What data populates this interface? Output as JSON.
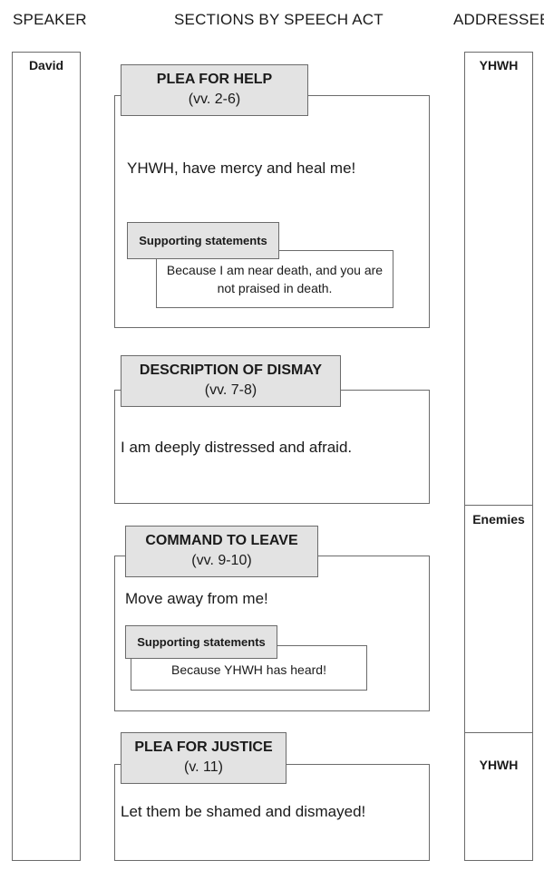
{
  "headers": {
    "speaker": "SPEAKER",
    "sections": "SECTIONS BY SPEECH ACT",
    "addressee": "ADDRESSEE"
  },
  "speaker": {
    "label": "David"
  },
  "addressees": [
    {
      "label": "YHWH"
    },
    {
      "label": "Enemies"
    },
    {
      "label": "YHWH"
    }
  ],
  "sections": [
    {
      "title": "PLEA FOR HELP",
      "verses": "(vv. 2-6)",
      "statement": "YHWH, have mercy and heal me!",
      "supporting_label": "Supporting statements",
      "supporting_text": "Because I am near death, and you are not praised in death."
    },
    {
      "title": "DESCRIPTION OF DISMAY",
      "verses": "(vv. 7-8)",
      "statement": "I am deeply distressed and afraid."
    },
    {
      "title": "COMMAND TO LEAVE",
      "verses": "(vv. 9-10)",
      "statement": "Move away from me!",
      "supporting_label": "Supporting statements",
      "supporting_text": "Because YHWH has heard!"
    },
    {
      "title": "PLEA FOR JUSTICE",
      "verses": "(v. 11)",
      "statement": "Let them be shamed and dismayed!"
    }
  ]
}
